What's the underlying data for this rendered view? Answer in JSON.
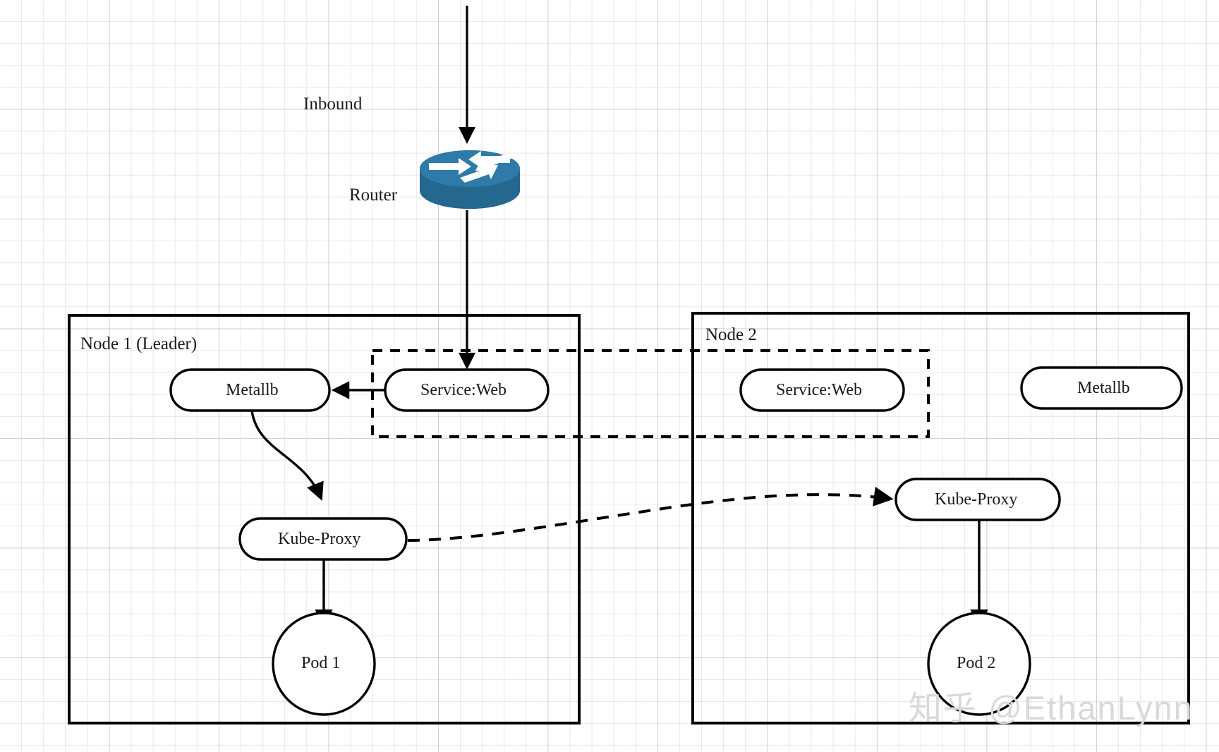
{
  "diagram": {
    "title_text": "",
    "labels": {
      "inbound": "Inbound",
      "router": "Router"
    },
    "containers": [
      {
        "id": "node1",
        "label": "Node 1 (Leader)"
      },
      {
        "id": "node2",
        "label": "Node 2"
      }
    ],
    "shapes": {
      "router_name": "router-icon",
      "node1_metallb": "Metallb",
      "node1_service_web": "Service:Web",
      "node1_kube_proxy": "Kube-Proxy",
      "node1_pod": "Pod 1",
      "node2_service_web": "Service:Web",
      "node2_metallb": "Metallb",
      "node2_kube_proxy": "Kube-Proxy",
      "node2_pod": "Pod 2"
    },
    "watermark": "知乎 @EthanLynn",
    "colors": {
      "router_top": "#2E7AA8",
      "router_body": "#24678F",
      "stroke": "#000000",
      "grid_minor": "#e3e3e6",
      "grid_major": "#c9c9cf",
      "watermark": "#d9d9d9"
    }
  }
}
